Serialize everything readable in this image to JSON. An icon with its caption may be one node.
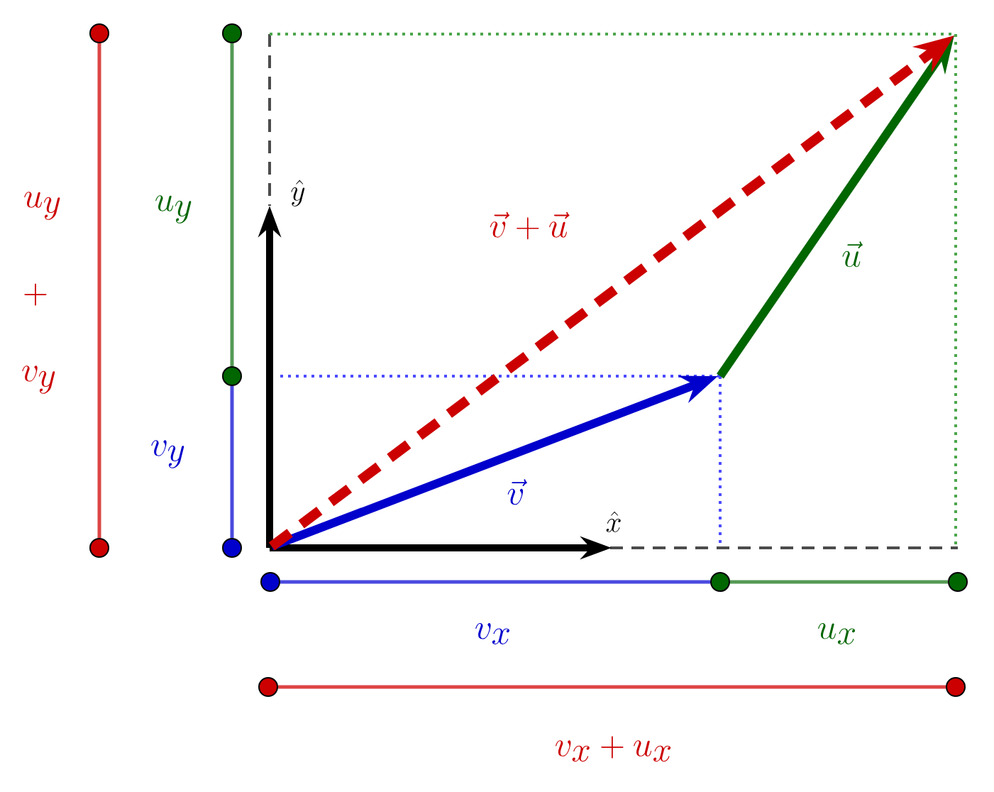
{
  "diagram": {
    "nodes": [
      {
        "text": [],
        "shape": "circle"
      },
      {
        "text": [],
        "shape": "circle"
      },
      {
        "text": [],
        "shape": "circle"
      },
      {
        "text": [],
        "shape": "circle"
      },
      {
        "text": [],
        "shape": "circle"
      },
      {
        "text": [],
        "shape": "circle"
      },
      {
        "text": [],
        "shape": "circle"
      },
      {
        "text": [],
        "shape": "circle"
      },
      {
        "text": [],
        "shape": "circle"
      },
      {
        "text": [],
        "shape": "circle"
      }
    ],
    "edges": [
      {
        "from": 0,
        "to": 1,
        "arrow": "none",
        "color": "#dd4444"
      },
      {
        "from": 2,
        "to": 3,
        "arrow": "none",
        "color": "#559955"
      },
      {
        "from": 3,
        "to": 4,
        "arrow": "none",
        "color": "#4a4adf"
      },
      {
        "from": 5,
        "to": 6,
        "arrow": "none",
        "color": "#4a4adf"
      },
      {
        "from": 6,
        "to": 7,
        "arrow": "none",
        "color": "#559955"
      },
      {
        "from": 8,
        "to": 9,
        "arrow": "none",
        "color": "#dd4444"
      }
    ],
    "labels": [
      "u_y",
      "+",
      "v_y",
      "u_y",
      "\\hat{y}",
      "\\vec{v} + \\vec{u}",
      "\\vec{u}",
      "v_y",
      "\\vec{v}",
      "\\hat{x}",
      "v_x",
      "u_x",
      "v_x + u_x"
    ]
  }
}
